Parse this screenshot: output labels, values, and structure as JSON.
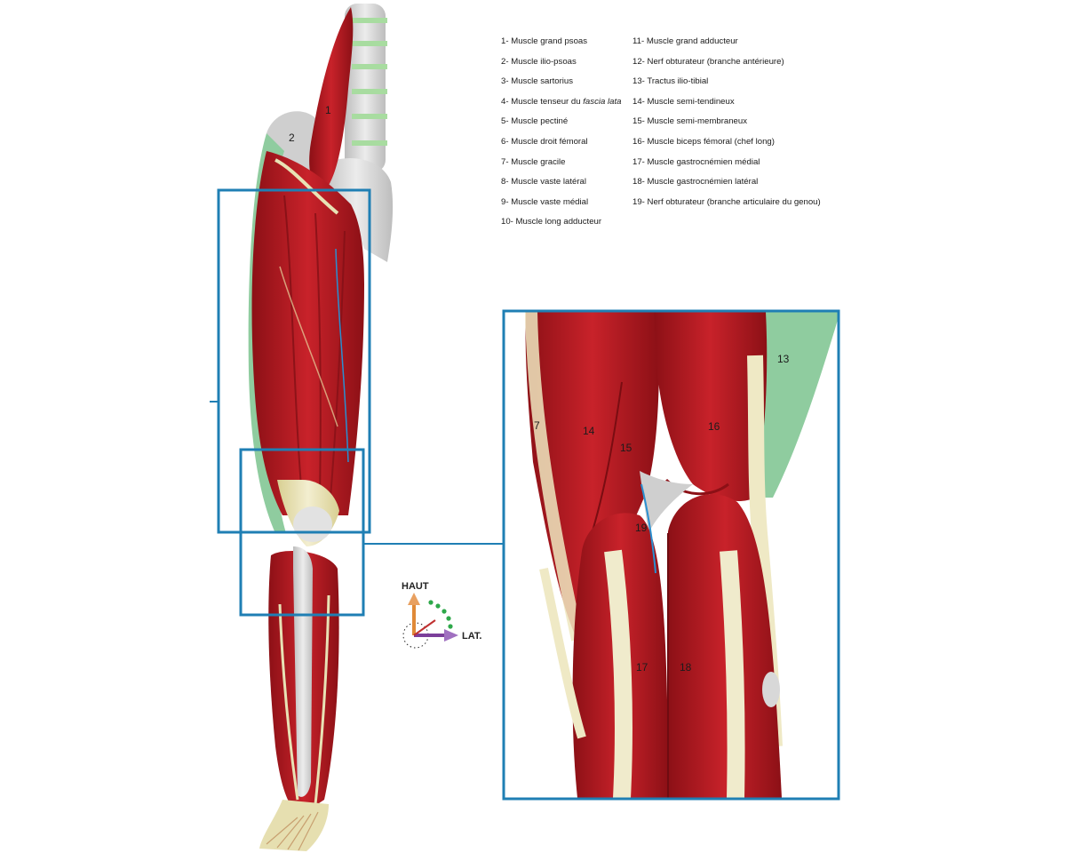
{
  "legend": [
    {
      "num": "1",
      "text": "- Muscle grand psoas"
    },
    {
      "num": "2",
      "text": "- Muscle ilio-psoas"
    },
    {
      "num": "3",
      "text": "- Muscle sartorius"
    },
    {
      "num": "4",
      "text": "- Muscle tenseur du ",
      "italic": "fascia lata"
    },
    {
      "num": "5",
      "text": "- Muscle pectiné"
    },
    {
      "num": "6",
      "text": "- Muscle droit fémoral"
    },
    {
      "num": "7",
      "text": "- Muscle gracile"
    },
    {
      "num": "8",
      "text": "- Muscle vaste latéral"
    },
    {
      "num": "9",
      "text": "- Muscle vaste médial"
    },
    {
      "num": "10",
      "text": "- Muscle long adducteur"
    },
    {
      "num": "11",
      "text": "- Muscle grand adducteur"
    },
    {
      "num": "12",
      "text": "- Nerf obturateur (branche antérieure)"
    },
    {
      "num": "13",
      "text": "- Tractus ilio-tibial"
    },
    {
      "num": "14",
      "text": "- Muscle semi-tendineux"
    },
    {
      "num": "15",
      "text": "- Muscle semi-membraneux"
    },
    {
      "num": "16",
      "text": "- Muscle biceps fémoral (chef long)"
    },
    {
      "num": "17",
      "text": "- Muscle gastrocnémien médial"
    },
    {
      "num": "18",
      "text": "- Muscle gastrocnémien latéral"
    },
    {
      "num": "19",
      "text": "- Nerf obturateur (branche articulaire du genou)"
    }
  ],
  "leg_labels": [
    "1",
    "2"
  ],
  "zoom_labels": [
    "13",
    "7",
    "14",
    "15",
    "16",
    "19",
    "17",
    "18"
  ],
  "orientation": {
    "up": "HAUT",
    "lateral": "LAT."
  },
  "colors": {
    "muscle": "#b51a22",
    "muscle_dark": "#7d0d13",
    "tendon": "#e9e2b0",
    "bone": "#d9d9d9",
    "fascia": "#8fcc9f",
    "frame": "#1f7fb4",
    "nerve": "#2a8fd0"
  }
}
